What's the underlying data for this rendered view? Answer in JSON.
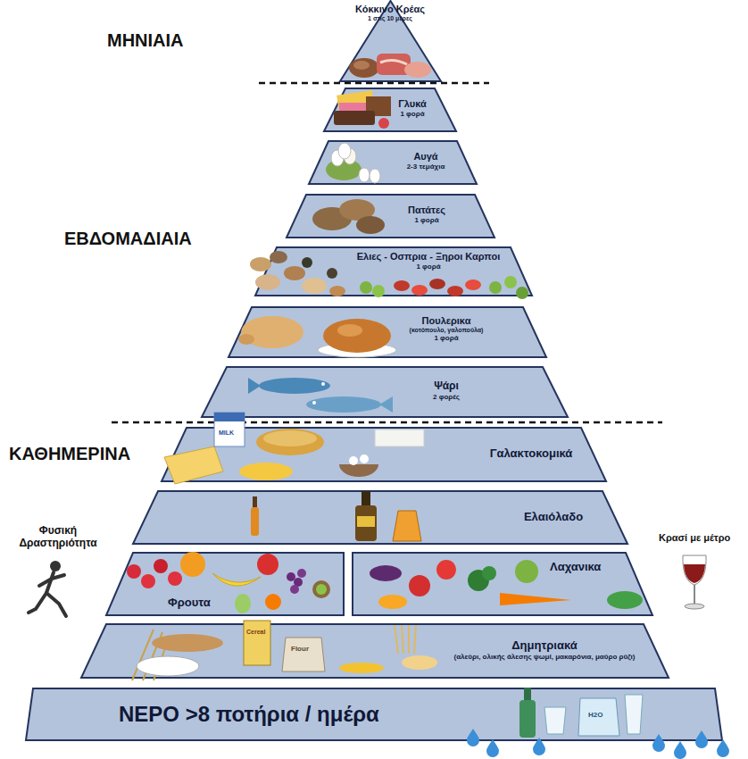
{
  "diagram": {
    "nodes": [
      {
        "text": [
          "Κόκκινο Κρέας",
          "1 στις 10 μέρες"
        ]
      },
      {
        "text": [
          "Γλυκά",
          "1 φορά"
        ]
      },
      {
        "text": [
          "Αυγά",
          "2-3 τεμάχια"
        ]
      },
      {
        "text": [
          "Πατάτες",
          "1 φορά"
        ]
      },
      {
        "text": [
          "Ελιες - Οσπρια - Ξηροι Καρποι",
          "1 φορά"
        ]
      },
      {
        "text": [
          "Πουλερικα",
          "(κοτόπουλο, γαλοπούλα)",
          "1 φορά"
        ]
      },
      {
        "text": [
          "Ψάρι",
          "2 φορές"
        ]
      },
      {
        "text": [
          "Γαλακτοκομικά"
        ]
      },
      {
        "text": [
          "Ελαιόλαδο"
        ]
      },
      {
        "text": [
          "Φρουτα"
        ]
      },
      {
        "text": [
          "Λαχανικα"
        ]
      },
      {
        "text": [
          "Δημητριακά",
          "(αλεύρι, ολικής άλεσης ψωμί, μακαρόνια, μαύρο ρύζι)"
        ]
      },
      {
        "text": [
          "ΝΕΡΟ >8 ποτήρια / ημέρα"
        ]
      }
    ],
    "labels": [
      "ΜΗΝΙΑΙΑ",
      "ΕΒΔΟΜΑΔΙΑΙΑ",
      "ΚΑΘΗΜΕΡΙΝΑ",
      "Φυσική Δραστηριότητα",
      "Κρασί με μέτρο",
      "MILK",
      "Cereal",
      "Flour",
      "H2O"
    ]
  }
}
